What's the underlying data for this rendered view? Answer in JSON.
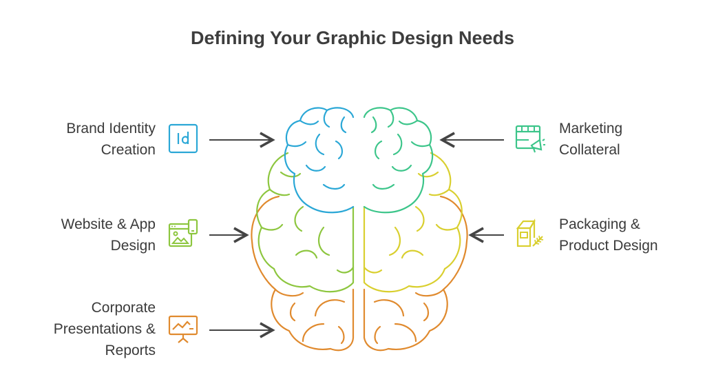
{
  "title": "Defining Your Graphic Design Needs",
  "items": [
    {
      "lines": [
        "Brand Identity",
        "Creation"
      ],
      "icon": "indesign-icon",
      "color": "#2aa7d6"
    },
    {
      "lines": [
        "Website & App",
        "Design"
      ],
      "icon": "website-app-icon",
      "color": "#8dc63f"
    },
    {
      "lines": [
        "Corporate",
        "Presentations &",
        "Reports"
      ],
      "icon": "presentation-chart-icon",
      "color": "#e08a2e"
    },
    {
      "lines": [
        "Marketing",
        "Collateral"
      ],
      "icon": "marketing-calendar-megaphone-icon",
      "color": "#3cc58a"
    },
    {
      "lines": [
        "Packaging &",
        "Product Design"
      ],
      "icon": "package-box-icon",
      "color": "#d9cf2f"
    }
  ],
  "colors": {
    "blue": "#2aa7d6",
    "teal": "#3cc58a",
    "green": "#8dc63f",
    "yellow": "#d9cf2f",
    "orange": "#e08a2e",
    "arrow": "#444444"
  }
}
